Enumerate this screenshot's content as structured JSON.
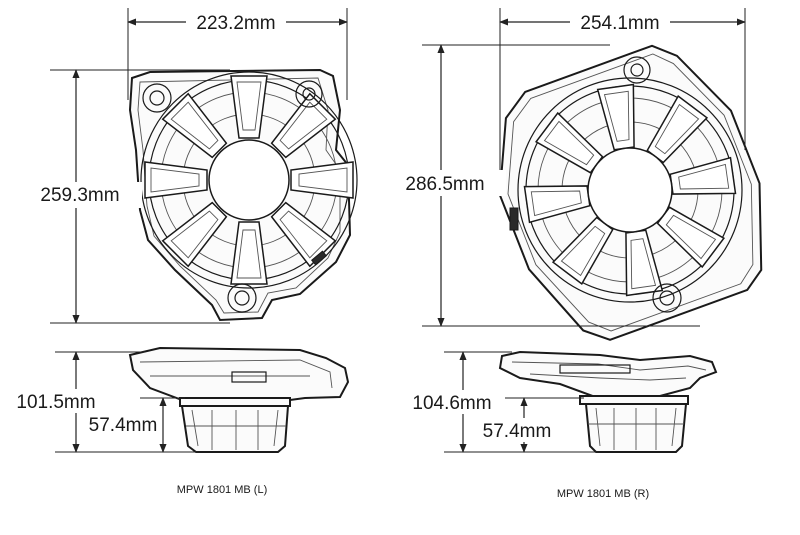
{
  "left": {
    "width_label": "223.2mm",
    "height_label": "259.3mm",
    "depth_total_label": "101.5mm",
    "depth_mount_label": "57.4mm",
    "caption": "MPW 1801 MB (L)"
  },
  "right": {
    "width_label": "254.1mm",
    "height_label": "286.5mm",
    "depth_total_label": "104.6mm",
    "depth_mount_label": "57.4mm",
    "caption": "MPW 1801 MB (R)"
  },
  "colors": {
    "line": "#1a1a1a",
    "background": "#ffffff"
  }
}
